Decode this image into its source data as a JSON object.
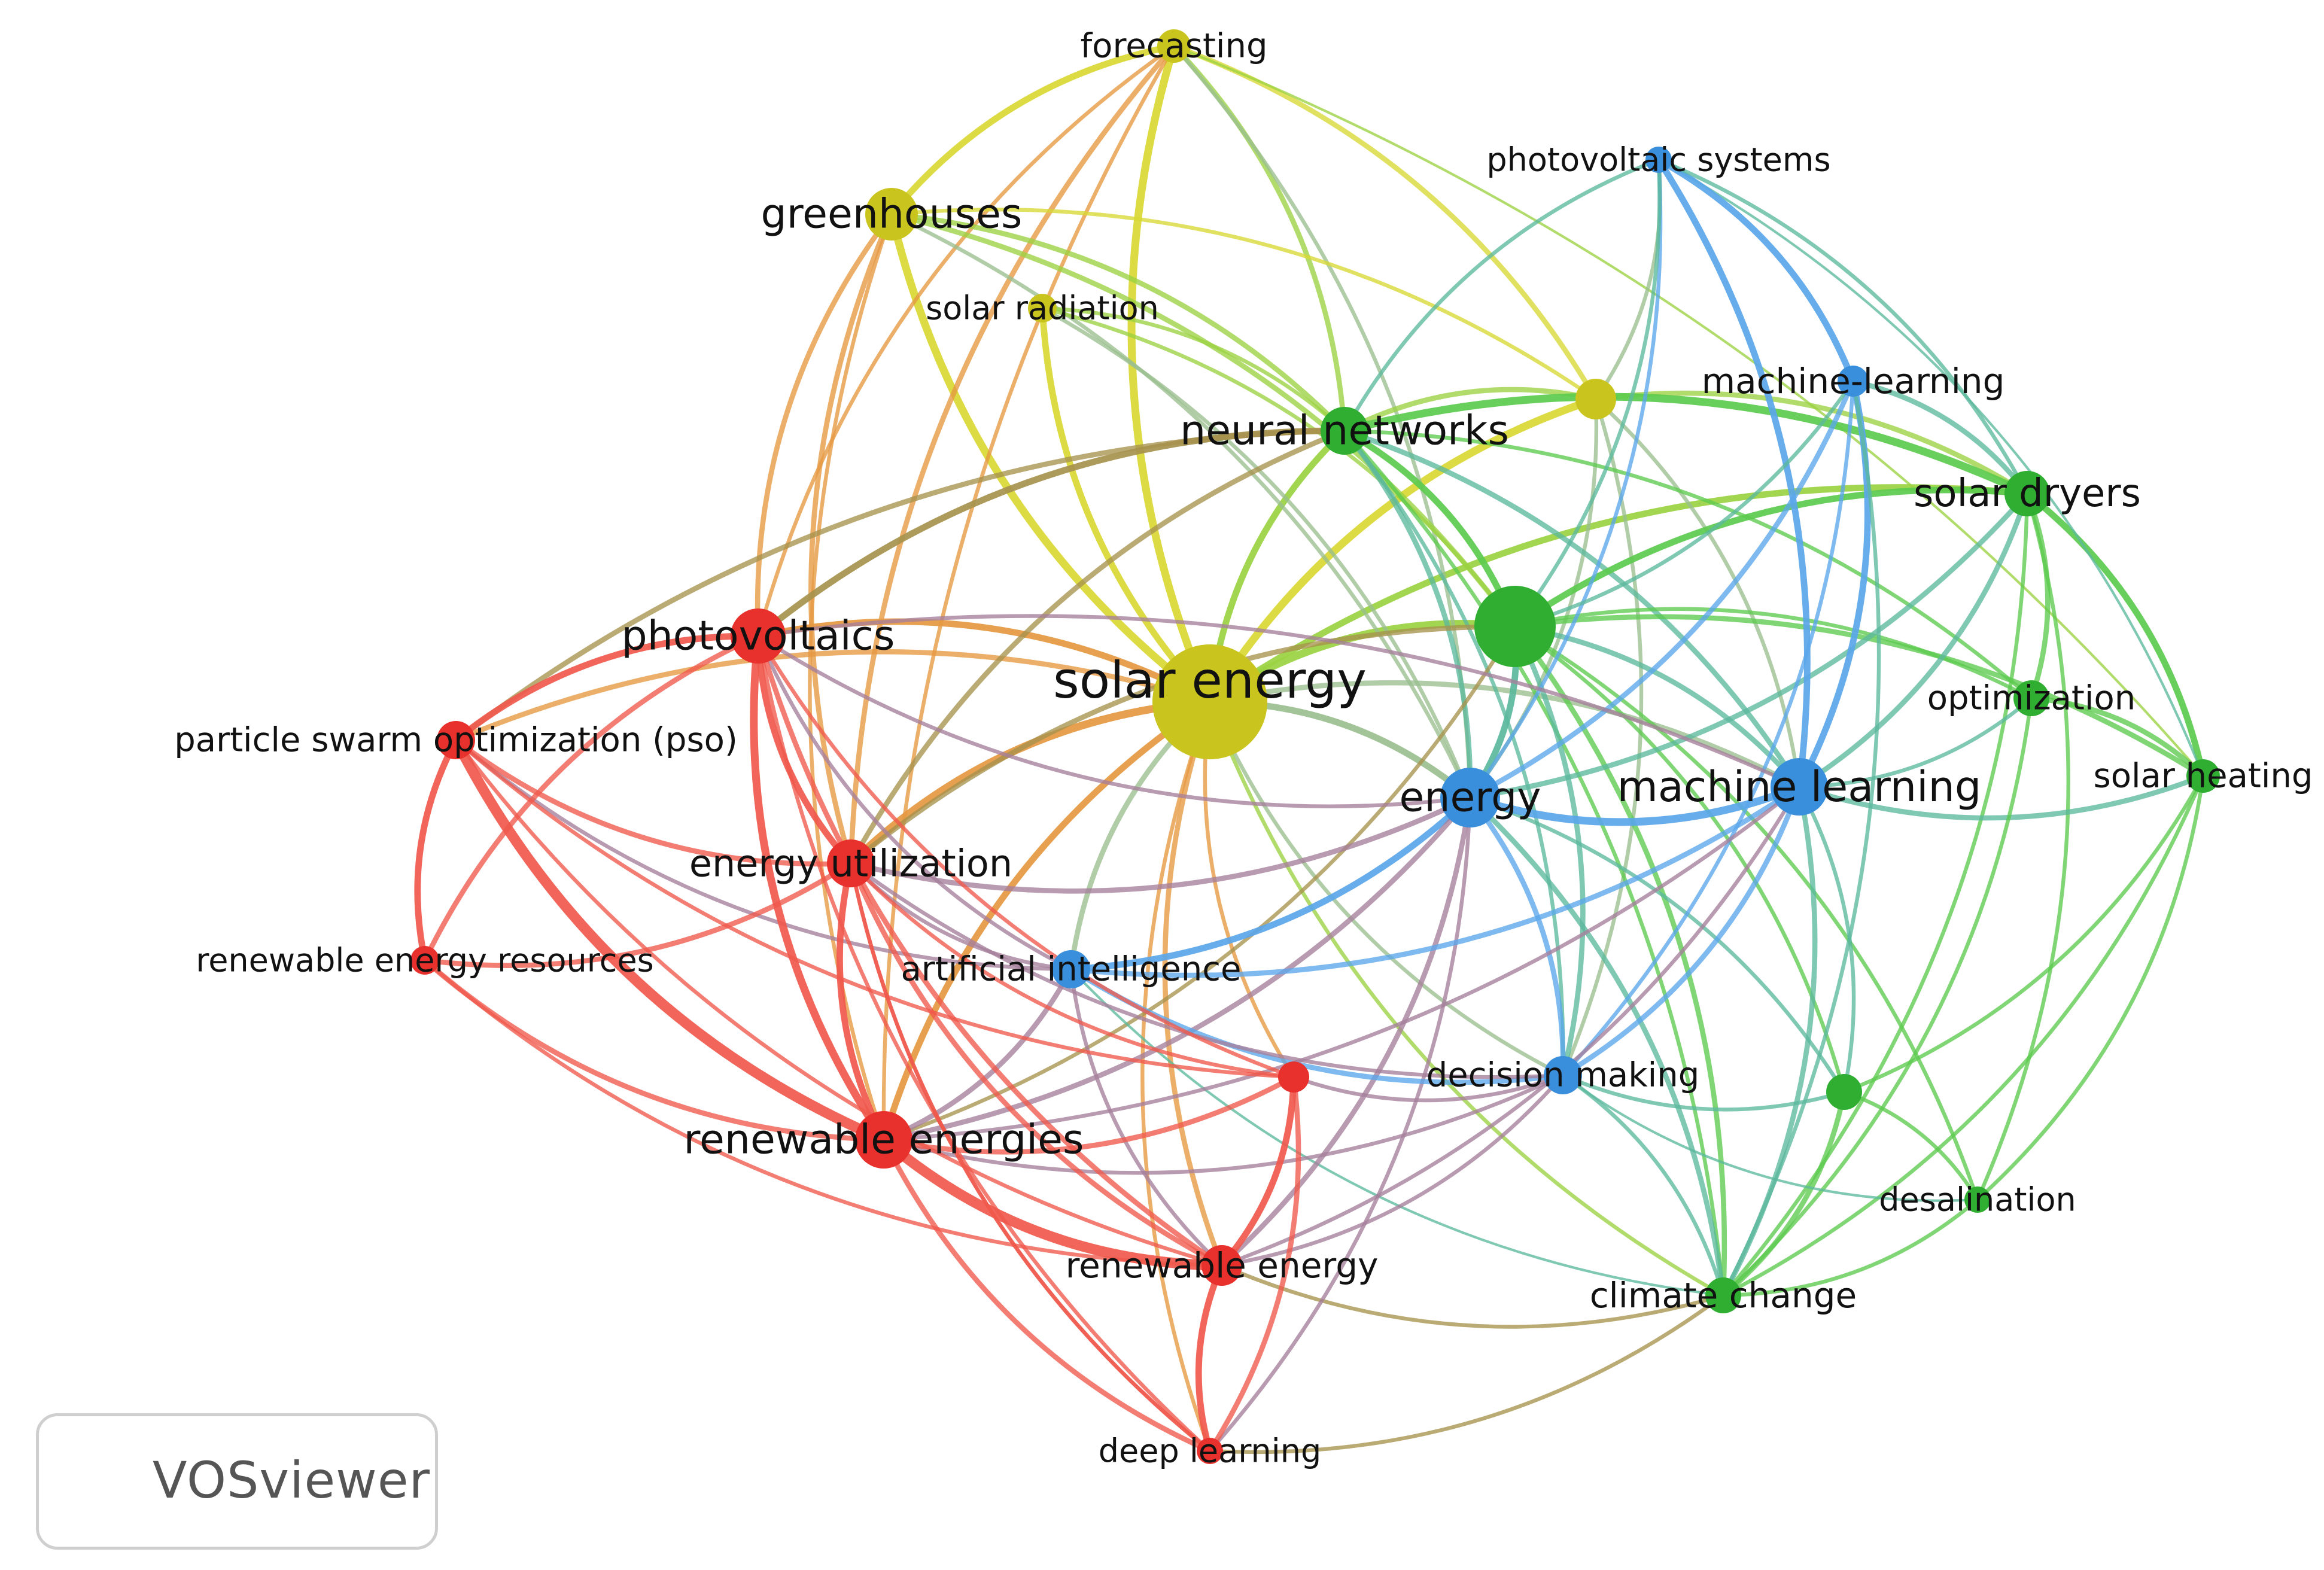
{
  "app": {
    "brand": "VOSviewer"
  },
  "colors": {
    "cluster_red": "#e8302c",
    "cluster_green": "#2fae32",
    "cluster_blue": "#3a8fdc",
    "cluster_yellow": "#c9c51e",
    "edge_red": "#f0584c",
    "edge_green": "#5ccb4e",
    "edge_blue": "#5aa6ea",
    "edge_yellow": "#d9d834"
  },
  "clusters": [
    {
      "id": "red",
      "color": "#e8302c"
    },
    {
      "id": "green",
      "color": "#2fae32"
    },
    {
      "id": "blue",
      "color": "#3a8fdc"
    },
    {
      "id": "yellow",
      "color": "#c9c51e"
    }
  ],
  "nodes": [
    {
      "id": "solar_energy",
      "label": "solar energy",
      "cluster": "yellow"
    },
    {
      "id": "forecasting",
      "label": "forecasting",
      "cluster": "yellow"
    },
    {
      "id": "greenhouses",
      "label": "greenhouses",
      "cluster": "yellow"
    },
    {
      "id": "solar_radiation",
      "label": "solar radiation",
      "cluster": "yellow"
    },
    {
      "id": "yellow_unlabeled",
      "label": "",
      "cluster": "yellow"
    },
    {
      "id": "neural_networks",
      "label": "neural networks",
      "cluster": "green"
    },
    {
      "id": "green_center",
      "label": "",
      "cluster": "green"
    },
    {
      "id": "solar_dryers",
      "label": "solar dryers",
      "cluster": "green"
    },
    {
      "id": "optimization",
      "label": "optimization",
      "cluster": "green"
    },
    {
      "id": "solar_heating",
      "label": "solar heating",
      "cluster": "green"
    },
    {
      "id": "green_unlabeled",
      "label": "",
      "cluster": "green"
    },
    {
      "id": "desalination",
      "label": "desalination",
      "cluster": "green"
    },
    {
      "id": "climate_change",
      "label": "climate change",
      "cluster": "green"
    },
    {
      "id": "photovoltaic_systems",
      "label": "photovoltaic systems",
      "cluster": "blue"
    },
    {
      "id": "machine_dash_learning",
      "label": "machine-learning",
      "cluster": "blue"
    },
    {
      "id": "energy",
      "label": "energy",
      "cluster": "blue"
    },
    {
      "id": "machine_learning",
      "label": "machine learning",
      "cluster": "blue"
    },
    {
      "id": "artificial_intelligence",
      "label": "artificial intelligence",
      "cluster": "blue"
    },
    {
      "id": "decision_making",
      "label": "decision making",
      "cluster": "blue"
    },
    {
      "id": "photovoltaics",
      "label": "photovoltaics",
      "cluster": "red"
    },
    {
      "id": "pso",
      "label": "particle swarm optimization (pso)",
      "cluster": "red"
    },
    {
      "id": "energy_utilization",
      "label": "energy utilization",
      "cluster": "red"
    },
    {
      "id": "renewable_energy_resources",
      "label": "renewable energy resources",
      "cluster": "red"
    },
    {
      "id": "renewable_energies",
      "label": "renewable energies",
      "cluster": "red"
    },
    {
      "id": "red_unlabeled",
      "label": "",
      "cluster": "red"
    },
    {
      "id": "renewable_energy",
      "label": "renewable energy",
      "cluster": "red"
    },
    {
      "id": "deep_learning",
      "label": "deep learning",
      "cluster": "red"
    }
  ],
  "edges": [
    [
      "solar_energy",
      "forecasting",
      5
    ],
    [
      "solar_energy",
      "greenhouses",
      5
    ],
    [
      "solar_energy",
      "solar_radiation",
      4
    ],
    [
      "solar_energy",
      "yellow_unlabeled",
      5
    ],
    [
      "solar_energy",
      "neural_networks",
      4
    ],
    [
      "solar_energy",
      "green_center",
      5
    ],
    [
      "solar_energy",
      "energy",
      4
    ],
    [
      "solar_energy",
      "machine_learning",
      3
    ],
    [
      "solar_energy",
      "photovoltaics",
      4
    ],
    [
      "solar_energy",
      "pso",
      3
    ],
    [
      "solar_energy",
      "energy_utilization",
      5
    ],
    [
      "solar_energy",
      "renewable_energies",
      4
    ],
    [
      "solar_energy",
      "renewable_energy",
      3
    ],
    [
      "solar_energy",
      "artificial_intelligence",
      3
    ],
    [
      "solar_energy",
      "decision_making",
      2
    ],
    [
      "solar_energy",
      "deep_learning",
      2
    ],
    [
      "solar_energy",
      "solar_dryers",
      4
    ],
    [
      "solar_energy",
      "climate_change",
      2
    ],
    [
      "solar_energy",
      "red_unlabeled",
      2
    ],
    [
      "forecasting",
      "greenhouses",
      4
    ],
    [
      "forecasting",
      "neural_networks",
      3
    ],
    [
      "forecasting",
      "yellow_unlabeled",
      3
    ],
    [
      "forecasting",
      "photovoltaics",
      2
    ],
    [
      "forecasting",
      "energy_utilization",
      3
    ],
    [
      "forecasting",
      "solar_heating",
      1
    ],
    [
      "forecasting",
      "renewable_energies",
      2
    ],
    [
      "forecasting",
      "energy",
      2
    ],
    [
      "greenhouses",
      "neural_networks",
      3
    ],
    [
      "greenhouses",
      "green_center",
      3
    ],
    [
      "greenhouses",
      "photovoltaics",
      3
    ],
    [
      "greenhouses",
      "energy_utilization",
      3
    ],
    [
      "greenhouses",
      "renewable_energies",
      2
    ],
    [
      "greenhouses",
      "yellow_unlabeled",
      2
    ],
    [
      "greenhouses",
      "energy",
      2
    ],
    [
      "solar_radiation",
      "green_center",
      2
    ],
    [
      "solar_radiation",
      "energy",
      2
    ],
    [
      "solar_radiation",
      "neural_networks",
      2
    ],
    [
      "yellow_unlabeled",
      "neural_networks",
      3
    ],
    [
      "yellow_unlabeled",
      "machine_learning",
      2
    ],
    [
      "yellow_unlabeled",
      "solar_dryers",
      3
    ],
    [
      "yellow_unlabeled",
      "photovoltaic_systems",
      2
    ],
    [
      "yellow_unlabeled",
      "energy",
      2
    ],
    [
      "yellow_unlabeled",
      "decision_making",
      2
    ],
    [
      "neural_networks",
      "green_center",
      4
    ],
    [
      "neural_networks",
      "solar_dryers",
      5
    ],
    [
      "neural_networks",
      "photovoltaics",
      4
    ],
    [
      "neural_networks",
      "pso",
      3
    ],
    [
      "neural_networks",
      "energy",
      3
    ],
    [
      "neural_networks",
      "machine_learning",
      3
    ],
    [
      "neural_networks",
      "optimization",
      2
    ],
    [
      "neural_networks",
      "energy_utilization",
      3
    ],
    [
      "neural_networks",
      "climate_change",
      2
    ],
    [
      "neural_networks",
      "photovoltaic_systems",
      2
    ],
    [
      "neural_networks",
      "decision_making",
      2
    ],
    [
      "green_center",
      "solar_dryers",
      4
    ],
    [
      "green_center",
      "energy",
      4
    ],
    [
      "green_center",
      "machine_learning",
      3
    ],
    [
      "green_center",
      "solar_heating",
      3
    ],
    [
      "green_center",
      "climate_change",
      3
    ],
    [
      "green_center",
      "decision_making",
      3
    ],
    [
      "green_center",
      "optimization",
      2
    ],
    [
      "green_center",
      "desalination",
      2
    ],
    [
      "green_center",
      "energy_utilization",
      3
    ],
    [
      "green_center",
      "renewable_energies",
      2
    ],
    [
      "green_center",
      "green_unlabeled",
      2
    ],
    [
      "solar_dryers",
      "solar_heating",
      4
    ],
    [
      "solar_dryers",
      "optimization",
      3
    ],
    [
      "solar_dryers",
      "machine_learning",
      3
    ],
    [
      "solar_dryers",
      "energy",
      3
    ],
    [
      "solar_dryers",
      "climate_change",
      2
    ],
    [
      "solar_dryers",
      "desalination",
      2
    ],
    [
      "solar_heating",
      "optimization",
      3
    ],
    [
      "solar_heating",
      "machine_learning",
      3
    ],
    [
      "solar_heating",
      "desalination",
      2
    ],
    [
      "solar_heating",
      "climate_change",
      2
    ],
    [
      "solar_heating",
      "green_unlabeled",
      2
    ],
    [
      "solar_heating",
      "photovoltaic_systems",
      1
    ],
    [
      "optimization",
      "machine_learning",
      2
    ],
    [
      "optimization",
      "climate_change",
      2
    ],
    [
      "green_unlabeled",
      "climate_change",
      3
    ],
    [
      "green_unlabeled",
      "desalination",
      2
    ],
    [
      "green_unlabeled",
      "machine_learning",
      2
    ],
    [
      "green_unlabeled",
      "energy",
      2
    ],
    [
      "green_unlabeled",
      "decision_making",
      2
    ],
    [
      "climate_change",
      "desalination",
      2
    ],
    [
      "climate_change",
      "machine_learning",
      3
    ],
    [
      "climate_change",
      "energy",
      3
    ],
    [
      "climate_change",
      "decision_making",
      2
    ],
    [
      "climate_change",
      "renewable_energy",
      2
    ],
    [
      "climate_change",
      "artificial_intelligence",
      1
    ],
    [
      "photovoltaic_systems",
      "machine_dash_learning",
      4
    ],
    [
      "photovoltaic_systems",
      "machine_learning",
      4
    ],
    [
      "photovoltaic_systems",
      "energy",
      2
    ],
    [
      "photovoltaic_systems",
      "green_center",
      2
    ],
    [
      "photovoltaic_systems",
      "solar_dryers",
      2
    ],
    [
      "machine_dash_learning",
      "machine_learning",
      4
    ],
    [
      "machine_dash_learning",
      "energy",
      3
    ],
    [
      "machine_dash_learning",
      "solar_dryers",
      3
    ],
    [
      "machine_dash_learning",
      "green_center",
      2
    ],
    [
      "machine_dash_learning",
      "climate_change",
      2
    ],
    [
      "machine_dash_learning",
      "decision_making",
      2
    ],
    [
      "energy",
      "machine_learning",
      5
    ],
    [
      "energy",
      "artificial_intelligence",
      4
    ],
    [
      "energy",
      "decision_making",
      3
    ],
    [
      "energy",
      "renewable_energies",
      3
    ],
    [
      "energy",
      "renewable_energy",
      3
    ],
    [
      "energy",
      "energy_utilization",
      3
    ],
    [
      "energy",
      "photovoltaics",
      2
    ],
    [
      "energy",
      "deep_learning",
      2
    ],
    [
      "machine_learning",
      "artificial_intelligence",
      3
    ],
    [
      "machine_learning",
      "decision_making",
      3
    ],
    [
      "machine_learning",
      "photovoltaics",
      2
    ],
    [
      "machine_learning",
      "renewable_energies",
      2
    ],
    [
      "machine_learning",
      "renewable_energy",
      2
    ],
    [
      "artificial_intelligence",
      "decision_making",
      3
    ],
    [
      "artificial_intelligence",
      "renewable_energies",
      3
    ],
    [
      "artificial_intelligence",
      "renewable_energy",
      2
    ],
    [
      "artificial_intelligence",
      "energy_utilization",
      2
    ],
    [
      "artificial_intelligence",
      "photovoltaics",
      2
    ],
    [
      "artificial_intelligence",
      "pso",
      2
    ],
    [
      "decision_making",
      "renewable_energies",
      2
    ],
    [
      "decision_making",
      "energy_utilization",
      2
    ],
    [
      "decision_making",
      "renewable_energy",
      2
    ],
    [
      "decision_making",
      "desalination",
      1
    ],
    [
      "photovoltaics",
      "pso",
      4
    ],
    [
      "photovoltaics",
      "energy_utilization",
      4
    ],
    [
      "photovoltaics",
      "renewable_energies",
      5
    ],
    [
      "photovoltaics",
      "renewable_energy",
      3
    ],
    [
      "photovoltaics",
      "renewable_energy_resources",
      3
    ],
    [
      "photovoltaics",
      "red_unlabeled",
      2
    ],
    [
      "photovoltaics",
      "deep_learning",
      2
    ],
    [
      "pso",
      "energy_utilization",
      3
    ],
    [
      "pso",
      "renewable_energy_resources",
      4
    ],
    [
      "pso",
      "renewable_energies",
      7
    ],
    [
      "pso",
      "renewable_energy",
      2
    ],
    [
      "pso",
      "red_unlabeled",
      2
    ],
    [
      "energy_utilization",
      "renewable_energy_resources",
      3
    ],
    [
      "energy_utilization",
      "renewable_energies",
      4
    ],
    [
      "energy_utilization",
      "renewable_energy",
      3
    ],
    [
      "energy_utilization",
      "red_unlabeled",
      2
    ],
    [
      "energy_utilization",
      "deep_learning",
      2
    ],
    [
      "renewable_energy_resources",
      "renewable_energies",
      3
    ],
    [
      "renewable_energy_resources",
      "renewable_energy",
      2
    ],
    [
      "renewable_energies",
      "renewable_energy",
      7
    ],
    [
      "renewable_energies",
      "red_unlabeled",
      3
    ],
    [
      "renewable_energies",
      "deep_learning",
      3
    ],
    [
      "red_unlabeled",
      "renewable_energy",
      4
    ],
    [
      "red_unlabeled",
      "deep_learning",
      3
    ],
    [
      "red_unlabeled",
      "decision_making",
      2
    ],
    [
      "renewable_energy",
      "deep_learning",
      4
    ],
    [
      "deep_learning",
      "climate_change",
      2
    ],
    [
      "deep_learning",
      "energy_utilization",
      2
    ]
  ]
}
